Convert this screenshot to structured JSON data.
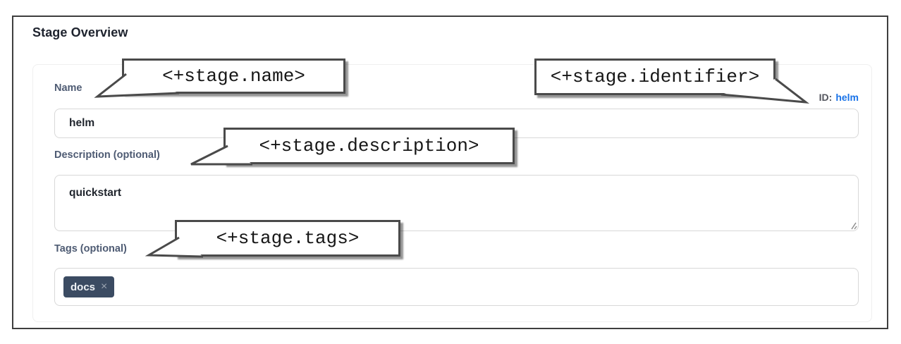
{
  "header": {
    "title": "Stage Overview"
  },
  "form": {
    "name": {
      "label": "Name",
      "value": "helm"
    },
    "identifier": {
      "label": "ID:",
      "value": "helm"
    },
    "description": {
      "label": "Description (optional)",
      "value": "quickstart"
    },
    "tags": {
      "label": "Tags (optional)",
      "chips": [
        {
          "text": "docs",
          "remove_icon": "×"
        }
      ]
    }
  },
  "callouts": [
    {
      "text": "<+stage.name>"
    },
    {
      "text": "<+stage.identifier>"
    },
    {
      "text": "<+stage.description>"
    },
    {
      "text": "<+stage.tags>"
    }
  ],
  "colors": {
    "accent_blue": "#1a73e8",
    "chip_bg": "#3b4b62",
    "label_slate": "#4e5b73",
    "callout_border": "#4a4a4a",
    "input_border": "#d8d8d8",
    "frame_border": "#3e3e3e"
  }
}
